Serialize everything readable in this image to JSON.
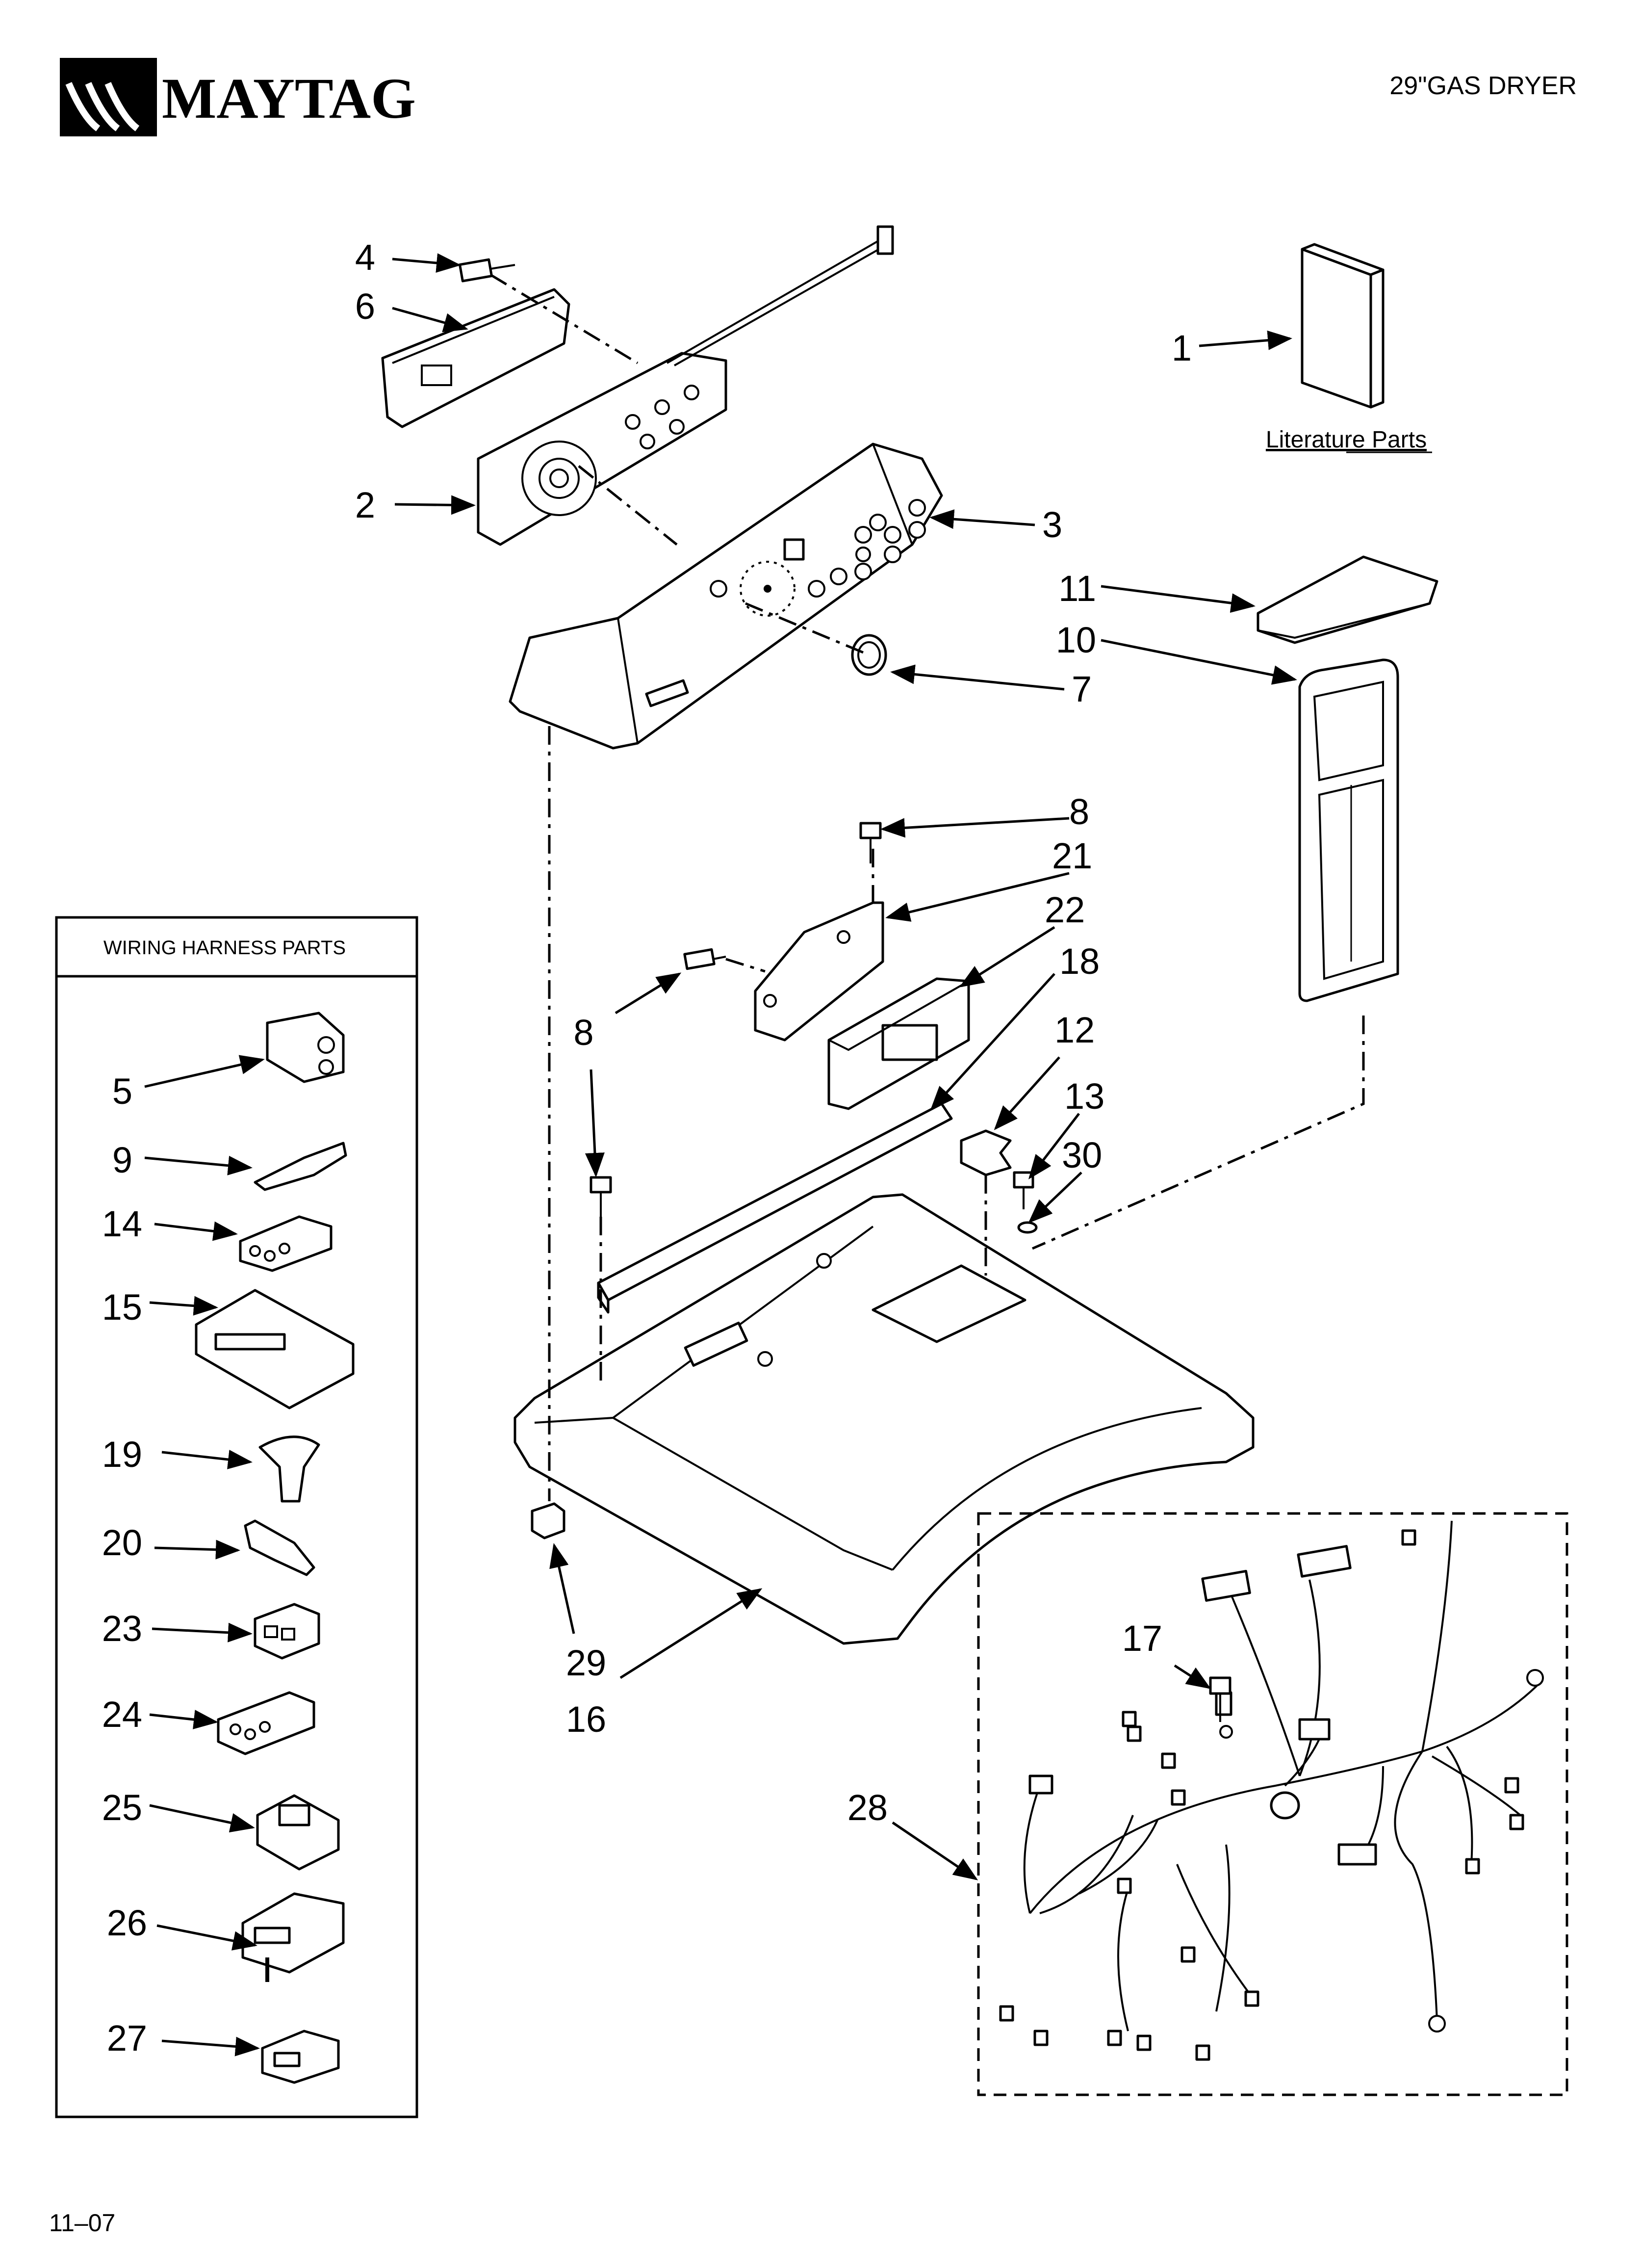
{
  "header": {
    "brand": "MAYTAG",
    "model": "29\"GAS DRYER"
  },
  "literature": {
    "label": "Literature Parts"
  },
  "wiring_box": {
    "title": "WIRING HARNESS PARTS"
  },
  "footer": {
    "date_code": "11–07"
  },
  "callouts": {
    "c1": "1",
    "c2": "2",
    "c3": "3",
    "c4": "4",
    "c5": "5",
    "c6": "6",
    "c7": "7",
    "c8a": "8",
    "c8b": "8",
    "c9": "9",
    "c10": "10",
    "c11": "11",
    "c12": "12",
    "c13": "13",
    "c14": "14",
    "c15": "15",
    "c16": "16",
    "c17": "17",
    "c18": "18",
    "c19": "19",
    "c20": "20",
    "c21": "21",
    "c22": "22",
    "c23": "23",
    "c24": "24",
    "c25": "25",
    "c26": "26",
    "c27": "27",
    "c28": "28",
    "c29": "29",
    "c30": "30"
  },
  "colors": {
    "ink": "#000000",
    "paper": "#ffffff"
  }
}
